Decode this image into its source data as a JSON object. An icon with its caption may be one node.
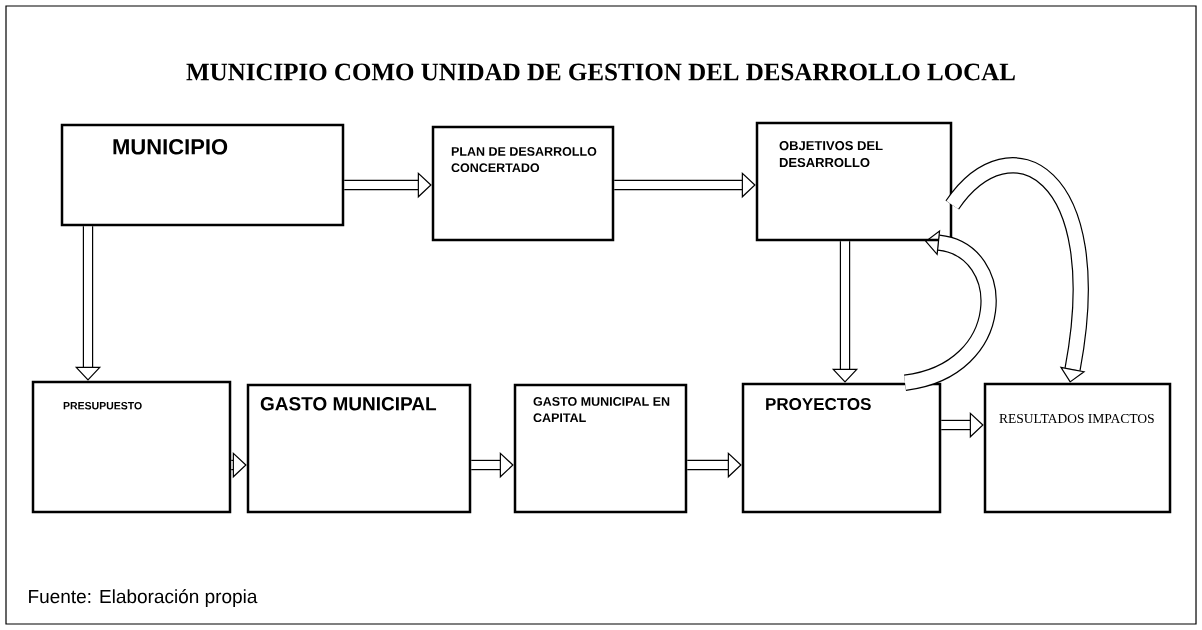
{
  "diagram": {
    "title": "MUNICIPIO COMO UNIDAD DE GESTION DEL DESARROLLO LOCAL",
    "caption": "Fuente: Elaboración propia",
    "nodes": [
      {
        "text": [
          "MUNICIPIO"
        ]
      },
      {
        "text": [
          "PLAN DE DESARROLLO CONCERTADO"
        ]
      },
      {
        "text": [
          "OBJETIVOS DEL DESARROLLO"
        ]
      },
      {
        "text": [
          "PRESUPUESTO"
        ]
      },
      {
        "text": [
          "GASTO MUNICIPAL"
        ]
      },
      {
        "text": [
          "GASTO MUNICIPAL EN CAPITAL"
        ]
      },
      {
        "text": [
          "PROYECTOS"
        ]
      },
      {
        "text": [
          "RESULTADOS IMPACTOS"
        ]
      }
    ],
    "edges": [
      {
        "from": 0,
        "to": 1,
        "arrow": "to"
      },
      {
        "from": 1,
        "to": 2,
        "arrow": "to"
      },
      {
        "from": 0,
        "to": 3,
        "arrow": "to"
      },
      {
        "from": 3,
        "to": 4,
        "arrow": "to"
      },
      {
        "from": 4,
        "to": 5,
        "arrow": "to"
      },
      {
        "from": 5,
        "to": 6,
        "arrow": "to"
      },
      {
        "from": 2,
        "to": 6,
        "arrow": "to"
      },
      {
        "from": 6,
        "to": 7,
        "arrow": "to"
      },
      {
        "from": 2,
        "to": 7,
        "arrow": "to"
      },
      {
        "from": 6,
        "to": 2,
        "arrow": "to"
      }
    ]
  }
}
